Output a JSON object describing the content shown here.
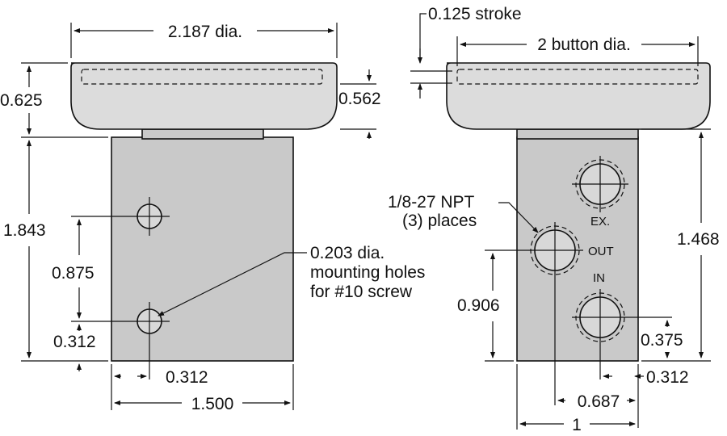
{
  "left_view": {
    "top_dia": "2.187 dia.",
    "head_height": "0.625",
    "head_inner": "0.562",
    "body_height": "1.843",
    "hole_spacing": "0.875",
    "hole_bottom": "0.312",
    "hole_side": "0.312",
    "width": "1.500",
    "hole_note_1": "0.203 dia.",
    "hole_note_2": "mounting holes",
    "hole_note_3": "for #10 screw"
  },
  "right_view": {
    "stroke": "0.125 stroke",
    "button_dia": "2 button dia.",
    "port_note_1": "1/8-27 NPT",
    "port_note_2": "(3) places",
    "port_ex": "EX.",
    "port_out": "OUT",
    "port_in": "IN",
    "body_height": "1.468",
    "out_height": "0.906",
    "in_height": "0.375",
    "in_offset": "0.312",
    "out_offset": "0.687",
    "width": "1"
  }
}
